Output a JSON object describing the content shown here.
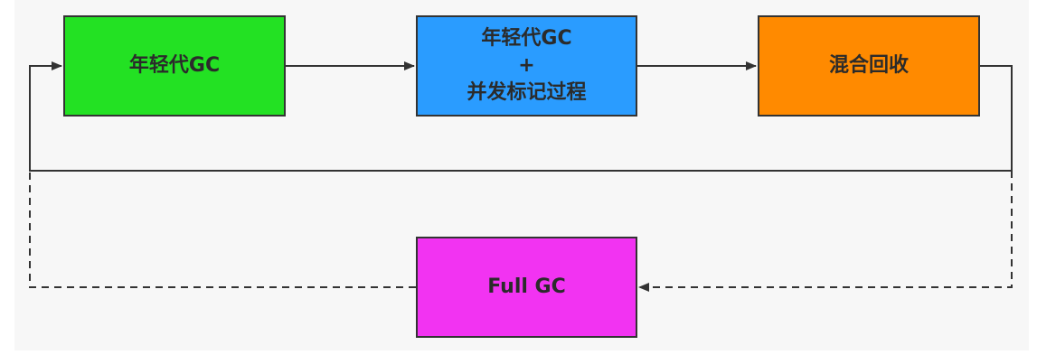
{
  "nodes": {
    "young_gc": {
      "label": "年轻代GC",
      "color": "#23e123"
    },
    "young_gc_marking": {
      "line1": "年轻代GC",
      "line2": "+",
      "line3": "并发标记过程",
      "color": "#2a9cff"
    },
    "mixed_gc": {
      "label": "混合回收",
      "color": "#ff8a00"
    },
    "full_gc": {
      "label": "Full GC",
      "color": "#f233f2"
    }
  },
  "colors": {
    "edge": "#333333",
    "panel": "#f7f7f7"
  }
}
